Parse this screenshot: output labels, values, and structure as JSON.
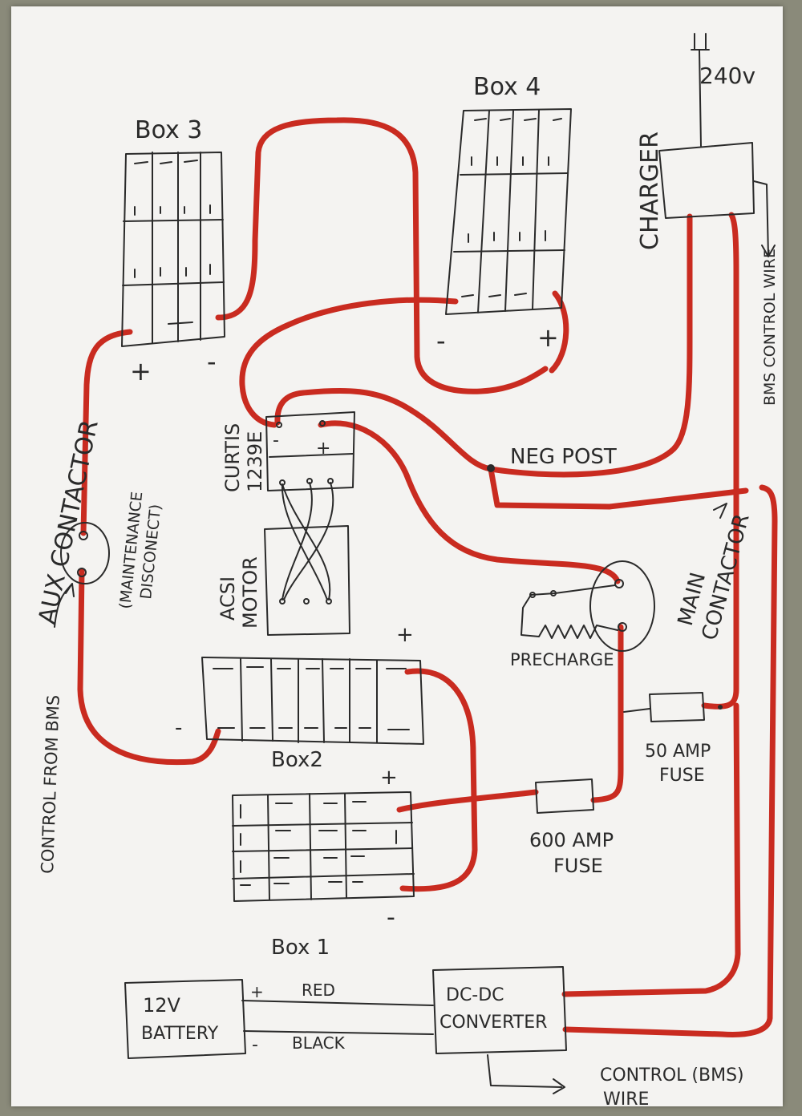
{
  "labels": {
    "box3": "Box 3",
    "box4": "Box 4",
    "box2": "Box2",
    "box1": "Box 1",
    "charger": "CHARGER",
    "v240": "240v",
    "bms_control_wire": "BMS CONTROL WIRE",
    "neg_post": "NEG POST",
    "curtis": "CURTIS",
    "curtis_model": "1239E",
    "acsi": "ACSI",
    "motor": "MOTOR",
    "main": "MAIN",
    "contactor": "CONTACTOR",
    "precharge": "PRECHARGE",
    "aux_contactor": "AUX CONTACTOR",
    "control_from_bms": "CONTROL FROM BMS",
    "maintenance": "(MAINTENANCE",
    "disconect": "DISCONECT)",
    "fuse50_a": "50 AMP",
    "fuse50_b": "FUSE",
    "fuse600_a": "600 AMP",
    "fuse600_b": "FUSE",
    "battery_a": "12V",
    "battery_b": "BATTERY",
    "red": "RED",
    "black": "BLACK",
    "dcdc_a": "DC-DC",
    "dcdc_b": "CONVERTER",
    "control_bms_a": "CONTROL (BMS)",
    "control_bms_b": "WIRE"
  },
  "polarity": {
    "box3_pos": "+",
    "box3_neg": "-",
    "box4_neg": "-",
    "box4_pos": "+",
    "curtis_neg": "-",
    "curtis_pos": "+",
    "box2_pos": "+",
    "box2_neg": "-",
    "box1_pos": "+",
    "box1_neg": "-",
    "battery_pos": "+",
    "battery_neg": "-"
  },
  "colors": {
    "paper": "#f4f3f1",
    "ink": "#2a2a2a",
    "wire": "#c92b20"
  }
}
